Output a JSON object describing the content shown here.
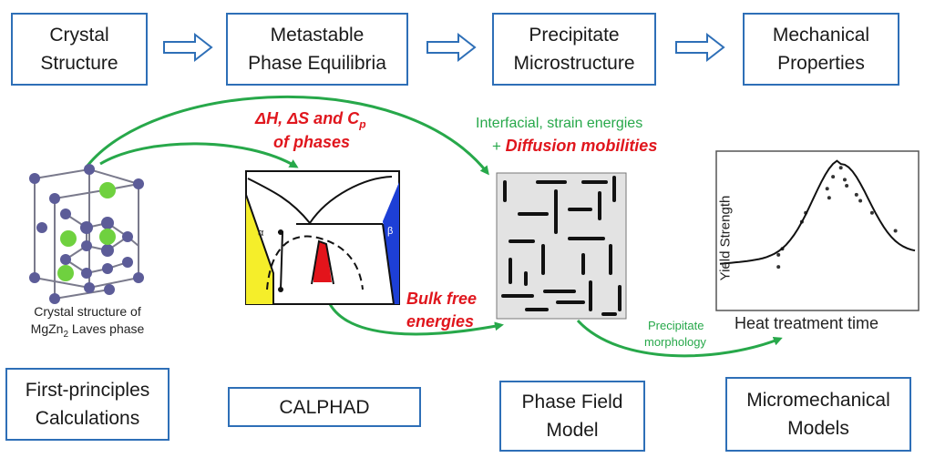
{
  "top_row": [
    {
      "line1": "Crystal",
      "line2": "Structure"
    },
    {
      "line1": "Metastable",
      "line2": "Phase Equilibria"
    },
    {
      "line1": "Precipitate",
      "line2": "Microstructure"
    },
    {
      "line1": "Mechanical",
      "line2": "Properties"
    }
  ],
  "bottom_row": [
    {
      "line1": "First-principles",
      "line2": "Calculations"
    },
    {
      "line1": "CALPHAD",
      "line2": ""
    },
    {
      "line1": "Phase Field",
      "line2": "Model"
    },
    {
      "line1": "Micromechanical",
      "line2": "Models"
    }
  ],
  "labels": {
    "thermo_prefix": "ΔH, ΔS and C",
    "thermo_sub": "p",
    "thermo_line2": "of phases",
    "interfacial": "Interfacial, strain energies",
    "diffusion_plus": "+ ",
    "diffusion": "Diffusion mobilities",
    "bulk1": "Bulk free",
    "bulk2": "energies",
    "morph1": "Precipitate",
    "morph2": "morphology",
    "crystal_cap1": "Crystal structure of",
    "crystal_cap2_a": "MgZn",
    "crystal_cap2_sub": "2",
    "crystal_cap2_b": " Laves phase",
    "alpha": "α",
    "beta": "β",
    "yield_label": "Yield Strength",
    "time_label": "Heat treatment time"
  },
  "colors": {
    "box_border": "#2e6fb7",
    "arrow_green": "#27a84a",
    "label_red": "#e0161d",
    "atom_purple": "#5c5c98",
    "atom_green": "#6fd13f",
    "phase_yellow": "#f5ee2a",
    "phase_blue": "#1d3fd6",
    "phase_red": "#e3141b"
  },
  "chart_data": {
    "type": "scatter",
    "xlabel": "Heat treatment time",
    "ylabel": "Yield Strength",
    "x": [
      0.3,
      0.3,
      0.32,
      0.42,
      0.44,
      0.55,
      0.56,
      0.58,
      0.62,
      0.64,
      0.65,
      0.7,
      0.72,
      0.78,
      0.9
    ],
    "y": [
      0.34,
      0.26,
      0.38,
      0.56,
      0.62,
      0.78,
      0.72,
      0.86,
      0.92,
      0.84,
      0.8,
      0.74,
      0.7,
      0.62,
      0.5
    ],
    "fit_curve": true
  }
}
